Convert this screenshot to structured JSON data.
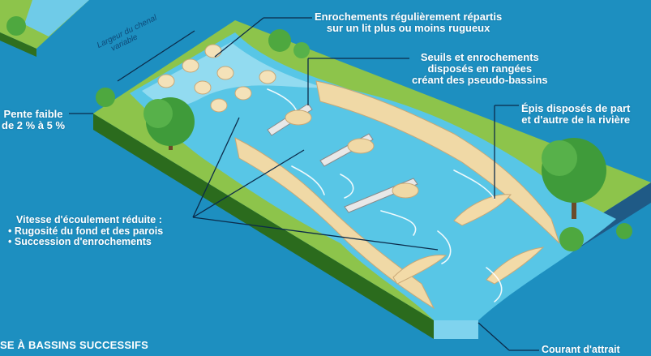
{
  "labels": {
    "enrochements": [
      "Enrochements régulièrement répartis",
      "sur un lit plus ou moins rugueux"
    ],
    "seuils": [
      "Seuils et enrochements",
      "disposés en rangées",
      "créant des pseudo-bassins"
    ],
    "epis": [
      "Épis disposés de part",
      "et d'autre de la rivière"
    ],
    "pente": [
      "Pente faible",
      "de 2 % à 5 %"
    ],
    "vitesse_title": "Vitesse d'écoulement réduite :",
    "vitesse_items": [
      "Rugosité du fond et des parois",
      "Succession d'enrochements"
    ],
    "courant": "Courant d'attrait",
    "largeur": [
      "Largeur du chenal",
      "variable"
    ]
  },
  "title": "SE À BASSINS SUCCESSIFS",
  "colors": {
    "background": "#1d8fc0",
    "grass": "#8dc44b",
    "grass_dark": "#5e9a2e",
    "water": "#58c6e6",
    "water_light": "#a5e2f3",
    "rock": "#f0d9a6",
    "rock_shadow": "#c9a877",
    "tree": "#3f9b3a",
    "leader": "#0b2b4a"
  }
}
